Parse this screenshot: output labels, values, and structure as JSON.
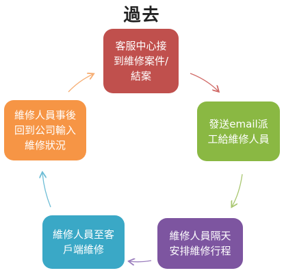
{
  "title": "過去",
  "nodes": [
    {
      "id": "n1",
      "text": "客服中心接\n到維修案件/\n結案",
      "color": "#c0504d"
    },
    {
      "id": "n2",
      "text": "發送email派\n工給維修人員",
      "color": "#8ab843"
    },
    {
      "id": "n3",
      "text": "維修人員隔天\n安排維修行程",
      "color": "#7d55a0"
    },
    {
      "id": "n4",
      "text": "維修人員至客\n戶端維修",
      "color": "#3aa8c6"
    },
    {
      "id": "n5",
      "text": "維修人員事後\n回到公司輸入\n維修狀況",
      "color": "#f69545"
    }
  ]
}
